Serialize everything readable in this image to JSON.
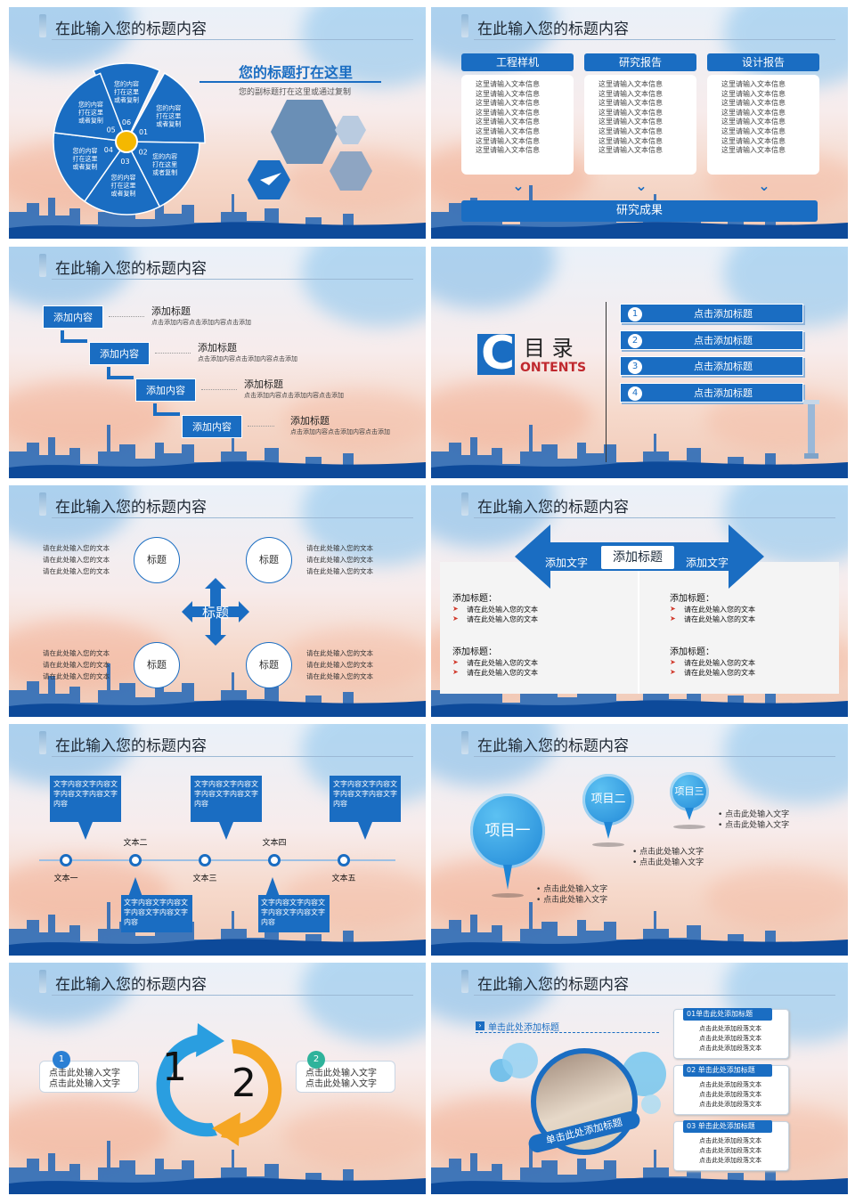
{
  "slide_title": "在此输入您的标题内容",
  "s1": {
    "heading": "您的标题打在这里",
    "sub": "您的副标题打在这里或通过复制",
    "segments": [
      {
        "num": "01",
        "text": "您的内容打在这里或者复制"
      },
      {
        "num": "02",
        "text": "您的内容打在这里或者复制"
      },
      {
        "num": "03",
        "text": "您的内容打在这里或者复制"
      },
      {
        "num": "04",
        "text": "您的内容打在这里或者复制"
      },
      {
        "num": "05",
        "text": "您的内容打在这里或者复制"
      },
      {
        "num": "06",
        "text": "您的内容打在这里或者复制"
      }
    ]
  },
  "s2": {
    "columns": [
      "工程样机",
      "研究报告",
      "设计报告"
    ],
    "line": "这里请输入文本信息",
    "result": "研究成果"
  },
  "s3": {
    "boxes": [
      "添加内容",
      "添加内容",
      "添加内容",
      "添加内容"
    ],
    "titles": [
      "添加标题",
      "添加标题",
      "添加标题",
      "添加标题"
    ],
    "desc": "点击添加内容点击添加内容点击添加"
  },
  "s4": {
    "big": "C",
    "mu": "目 录",
    "contents": "ONTENTS",
    "items": [
      {
        "n": "1",
        "t": "点击添加标题"
      },
      {
        "n": "2",
        "t": "点击添加标题"
      },
      {
        "n": "3",
        "t": "点击添加标题"
      },
      {
        "n": "4",
        "t": "点击添加标题"
      }
    ]
  },
  "s5": {
    "center": "标题",
    "circle": "标题",
    "line": "请在此处输入您的文本"
  },
  "s6": {
    "left": "添加文字",
    "center": "添加标题",
    "right": "添加文字",
    "sub": "添加标题：",
    "bullet": "请在此处输入您的文本"
  },
  "s7": {
    "box": "文字内容文字内容文字内容文字内容文字内容",
    "labels": [
      "文本一",
      "文本二",
      "文本三",
      "文本四",
      "文本五"
    ]
  },
  "s8": {
    "items": [
      "项目一",
      "项目二",
      "项目三"
    ],
    "bullet": "点击此处输入文字"
  },
  "s9": {
    "n1": "1",
    "n2": "2",
    "b1": "1",
    "b2": "2",
    "text": "点击此处输入文字"
  },
  "s10": {
    "head": "单击此处添加标题",
    "ring": "单击此处添加标题",
    "items": [
      "01单击此处添加标题",
      "02 单击此处添加标题",
      "03 单击此处添加标题"
    ],
    "body": "点击此处添加段落文本"
  },
  "colors": {
    "blue": "#1a6dc2",
    "yellow": "#f5b800",
    "orange": "#f39a1e"
  }
}
